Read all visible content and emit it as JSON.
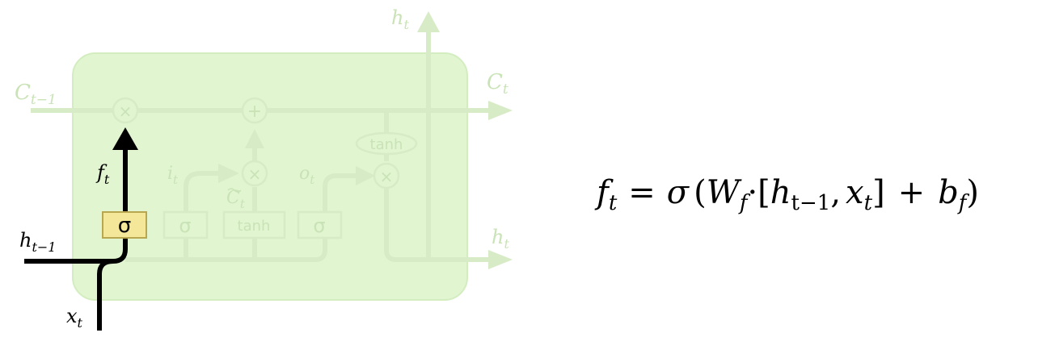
{
  "diagram": {
    "labels": {
      "c_prev": "C",
      "c_prev_sub": "t−1",
      "c_out": "C",
      "c_out_sub": "t",
      "h_top": "h",
      "h_top_sub": "t",
      "h_right": "h",
      "h_right_sub": "t",
      "h_prev": "h",
      "h_prev_sub": "t−1",
      "x_in": "x",
      "x_in_sub": "t",
      "f_gate": "f",
      "f_gate_sub": "t",
      "i_gate": "i",
      "i_gate_sub": "t",
      "c_tilde": "C",
      "c_tilde_sub": "t",
      "o_gate": "o",
      "o_gate_sub": "t"
    },
    "ops": {
      "multiply": "×",
      "add": "+",
      "sigma": "σ",
      "tanh": "tanh"
    },
    "colors": {
      "cell_fill": "#e0f5d0",
      "cell_stroke": "#d4edc0",
      "faded_line": "#d6ebc6",
      "faded_text": "#c9e3b6",
      "active_line": "#000000",
      "sigma_highlight": "#f5e79a",
      "sigma_highlight_stroke": "#b8a74f"
    }
  },
  "equation": {
    "lhs": "f",
    "lhs_sub": "t",
    "eq": "=",
    "sigma": "σ",
    "open_paren": "(",
    "W": "W",
    "W_sub": "f",
    "dot": "·",
    "bracket_open": "[",
    "h": "h",
    "h_sub": "t−1",
    "comma": ",",
    "x": "x",
    "x_sub": "t",
    "bracket_close": "]",
    "plus": "+",
    "b": "b",
    "b_sub": "f",
    "close_paren": ")"
  }
}
